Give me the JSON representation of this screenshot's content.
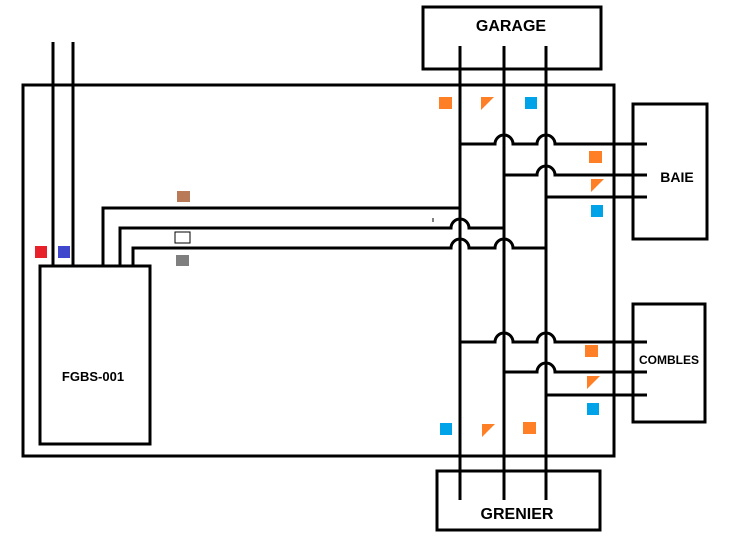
{
  "labels": {
    "garage": "GARAGE",
    "baie": "BAIE",
    "combles": "COMBLES",
    "grenier": "GRENIER",
    "module": "FGBS-001"
  },
  "colors": {
    "line": "#000000",
    "red": "#e8202a",
    "blue": "#3f48cc",
    "orange": "#ff7f27",
    "cyan": "#00a2e8",
    "brown": "#b97a57",
    "gray": "#7f7f7f",
    "white": "#ffffff"
  }
}
